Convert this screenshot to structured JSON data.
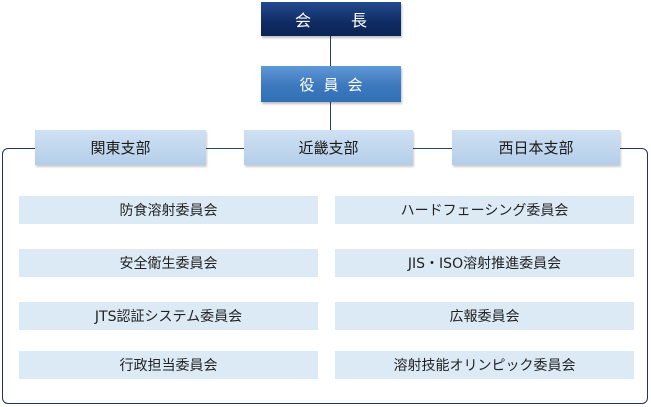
{
  "top": {
    "label": "会　長"
  },
  "board": {
    "label": "役員会"
  },
  "branches": [
    {
      "label": "関東支部"
    },
    {
      "label": "近畿支部"
    },
    {
      "label": "西日本支部"
    }
  ],
  "committees": {
    "left": [
      {
        "label": "防食溶射委員会"
      },
      {
        "label": "安全衛生委員会"
      },
      {
        "label": "JTS認証システム委員会"
      },
      {
        "label": "行政担当委員会"
      }
    ],
    "right": [
      {
        "label": "ハードフェーシング委員会"
      },
      {
        "label": "JIS・ISO溶射推進委員会"
      },
      {
        "label": "広報委員会"
      },
      {
        "label": "溶射技能オリンピック委員会"
      }
    ]
  },
  "colors": {
    "top_box": "#0f2c63",
    "board_box": "#3d78bd",
    "branch_box": "#b4cee9",
    "committee_box": "#dceaf6",
    "connector": "#2b3f6b"
  }
}
